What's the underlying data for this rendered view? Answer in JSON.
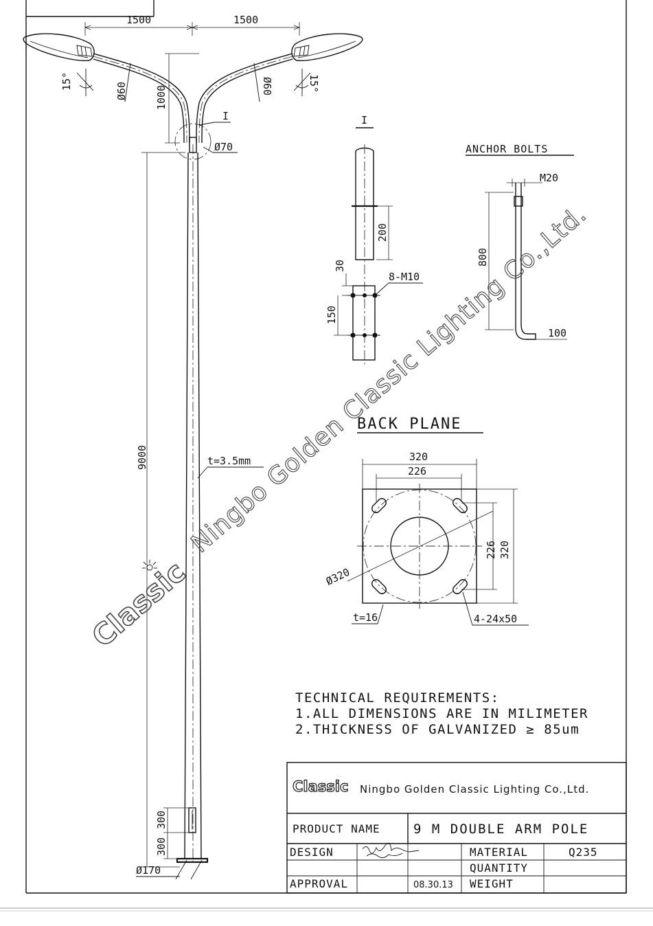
{
  "dimensions": {
    "arm_span_left": "1500",
    "arm_span_right": "1500",
    "arm_height": "1000",
    "arm_dia_left": "Ø60",
    "arm_dia_right": "Ø60",
    "tilt_left": "15°",
    "tilt_right": "15°",
    "joint_dia": "Ø70",
    "detail_marker": "I",
    "pole_height": "9000",
    "wall_thickness": "t=3.5mm",
    "door_upper": "300",
    "door_lower": "300",
    "base_dia": "Ø170"
  },
  "detail_i": {
    "title": "I",
    "sleeve_length": "200",
    "top_offset": "30",
    "bolt_spacing": "150",
    "bolts": "8-M10"
  },
  "anchor_bolts": {
    "title": "ANCHOR BOLTS",
    "size": "M20",
    "length": "800",
    "foot": "100"
  },
  "back_plane": {
    "title": "BACK PLANE",
    "width": "320",
    "hole_spacing_h": "226",
    "hole_spacing_v": "226",
    "height": "320",
    "circle_dia": "Ø320",
    "thickness": "t=16",
    "holes": "4-24x50"
  },
  "requirements": {
    "title": "TECHNICAL REQUIREMENTS:",
    "line1": "1.ALL DIMENSIONS ARE IN MILIMETER",
    "line2": "2.THICKNESS OF GALVANIZED ≥ 85um"
  },
  "title_block": {
    "logo": "Classic",
    "company": "Ningbo Golden Classic Lighting Co.,Ltd.",
    "product_label": "PRODUCT NAME",
    "product_value": "9 M DOUBLE ARM POLE",
    "design_label": "DESIGN",
    "approval_label": "APPROVAL",
    "date": "08.30.13",
    "material_label": "MATERIAL",
    "material_value": "Q235",
    "quantity_label": "QUANTITY",
    "weight_label": "WEIGHT"
  },
  "watermark": {
    "logo": "Classic",
    "text": "Ningbo Golden Classic Lighting Co.,Ltd."
  }
}
